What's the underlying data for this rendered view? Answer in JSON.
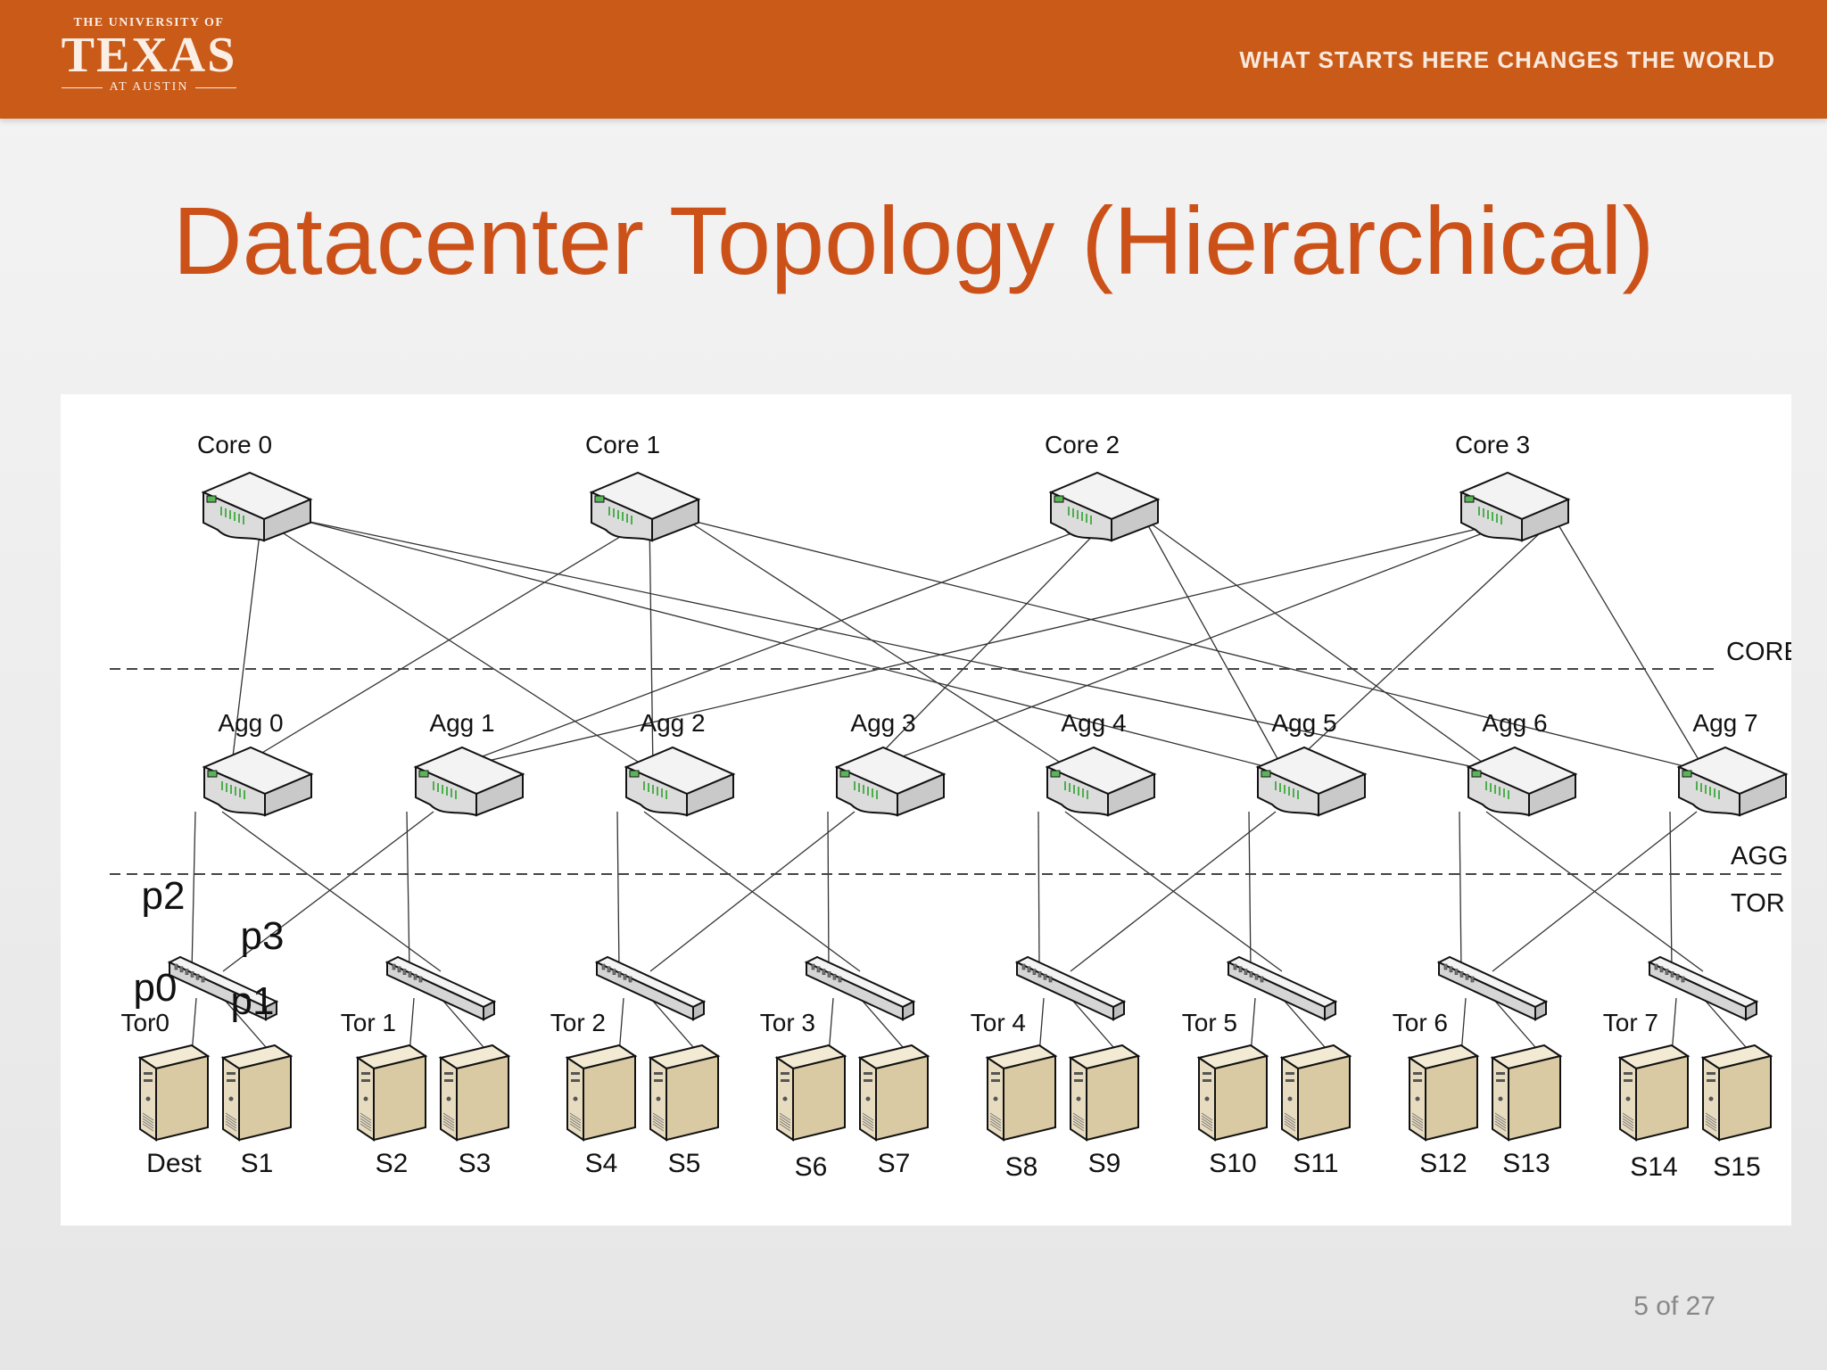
{
  "header": {
    "logo": {
      "line1": "THE UNIVERSITY OF",
      "line2": "TEXAS",
      "line3": "AT AUSTIN"
    },
    "tagline": "WHAT STARTS HERE CHANGES THE WORLD"
  },
  "slide": {
    "title": "Datacenter Topology (Hierarchical)",
    "page_number": "5 of 27"
  },
  "diagram": {
    "layer_labels": [
      "CORE",
      "AGG",
      "TOR"
    ],
    "core_switches": [
      "Core 0",
      "Core 1",
      "Core 2",
      "Core 3"
    ],
    "agg_switches": [
      "Agg 0",
      "Agg 1",
      "Agg 2",
      "Agg 3",
      "Agg 4",
      "Agg 5",
      "Agg 6",
      "Agg 7"
    ],
    "tor_switches": [
      "Tor0",
      "Tor 1",
      "Tor 2",
      "Tor 3",
      "Tor 4",
      "Tor 5",
      "Tor 6",
      "Tor 7"
    ],
    "servers": [
      "Dest",
      "S1",
      "S2",
      "S3",
      "S4",
      "S5",
      "S6",
      "S7",
      "S8",
      "S9",
      "S10",
      "S11",
      "S12",
      "S13",
      "S14",
      "S15"
    ],
    "ports": [
      "p0",
      "p1",
      "p2",
      "p3"
    ],
    "core_to_agg": [
      [
        0,
        0
      ],
      [
        0,
        2
      ],
      [
        0,
        5
      ],
      [
        0,
        6
      ],
      [
        1,
        0
      ],
      [
        1,
        2
      ],
      [
        1,
        4
      ],
      [
        1,
        7
      ],
      [
        2,
        1
      ],
      [
        2,
        3
      ],
      [
        2,
        5
      ],
      [
        2,
        6
      ],
      [
        3,
        1
      ],
      [
        3,
        3
      ],
      [
        3,
        5
      ],
      [
        3,
        7
      ]
    ],
    "agg_to_tor": [
      [
        0,
        0
      ],
      [
        0,
        1
      ],
      [
        1,
        0
      ],
      [
        1,
        1
      ],
      [
        2,
        2
      ],
      [
        2,
        3
      ],
      [
        3,
        2
      ],
      [
        3,
        3
      ],
      [
        4,
        4
      ],
      [
        4,
        5
      ],
      [
        5,
        4
      ],
      [
        5,
        5
      ],
      [
        6,
        6
      ],
      [
        6,
        7
      ],
      [
        7,
        6
      ],
      [
        7,
        7
      ]
    ],
    "colors": {
      "switch_fill": "#e9e9e9",
      "server_fill": "#e8dcc0",
      "port_light": "#4cae4c",
      "line": "#333333"
    }
  }
}
